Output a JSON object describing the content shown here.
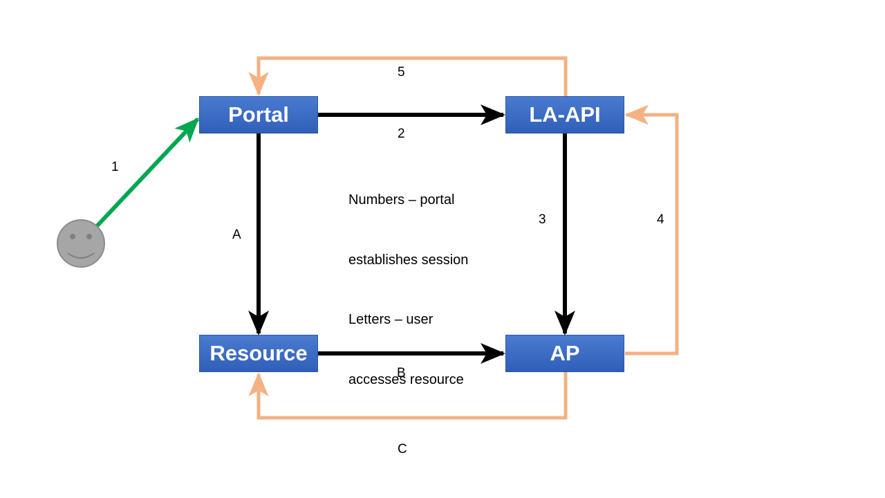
{
  "nodes": {
    "portal": "Portal",
    "la_api": "LA-API",
    "resource": "Resource",
    "ap": "AP"
  },
  "edge_labels": {
    "e1": "1",
    "e2": "2",
    "e3": "3",
    "e4": "4",
    "e5": "5",
    "ea": "A",
    "eb": "B",
    "ec": "C"
  },
  "notes": {
    "numbers_line1": "Numbers – portal",
    "numbers_line2": "establishes session",
    "letters_line1": "Letters – user",
    "letters_line2": "accesses resource"
  },
  "colors": {
    "node_fill": "#3a6cc4",
    "user_arrow": "#00a650",
    "request_arrow": "#000000",
    "response_arrow": "#f4b183",
    "user_face": "#a6a6a6"
  },
  "icons": {
    "user": "smiley-user-icon"
  }
}
